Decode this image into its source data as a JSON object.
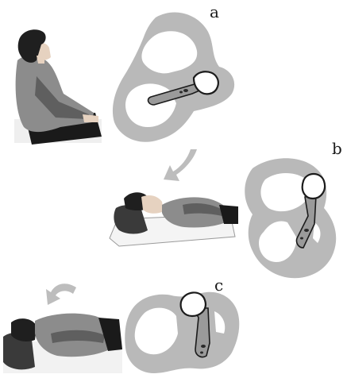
{
  "labels": {
    "a": "a",
    "b": "b",
    "c": "c"
  },
  "colors": {
    "canal": "#b9b9b9",
    "ampulla_outline": "#1b1b1b",
    "arrow": "#bdbdbd"
  },
  "icons": {
    "arrow_1": "curved-arrow-down-left",
    "arrow_2": "curved-arrow-rotate-back"
  }
}
